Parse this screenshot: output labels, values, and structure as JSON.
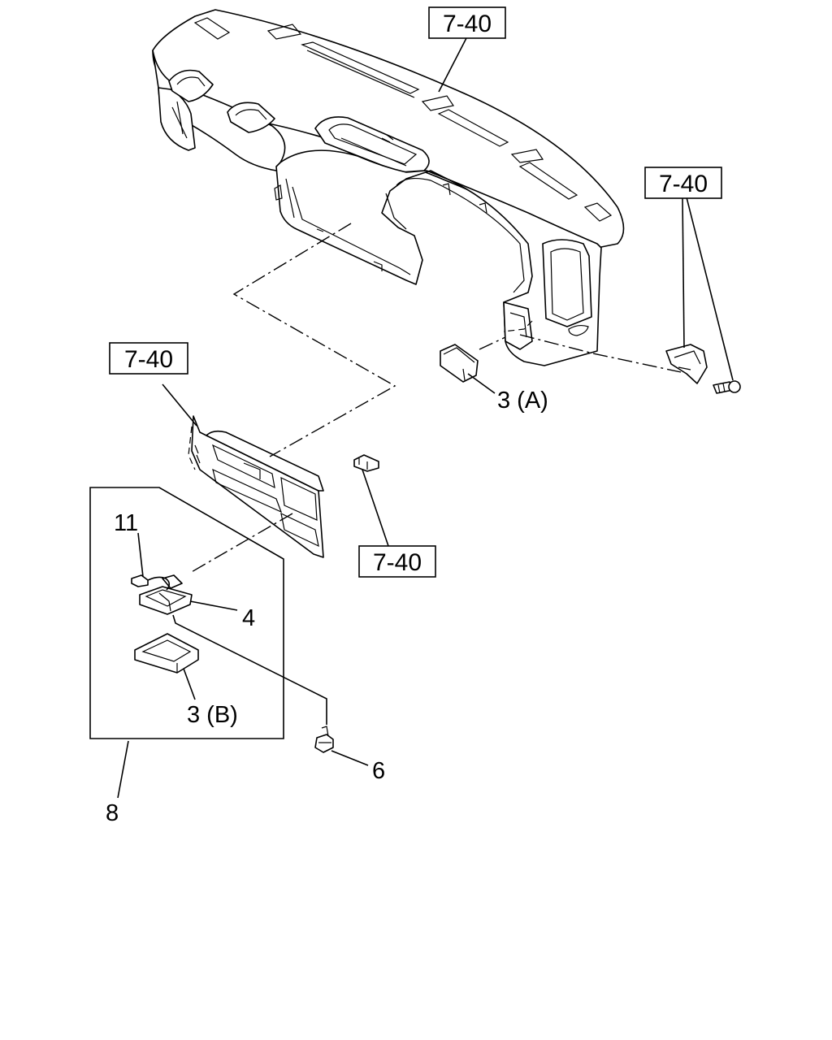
{
  "references": {
    "top": "7-40",
    "right": "7-40",
    "left": "7-40",
    "clip": "7-40"
  },
  "callouts": {
    "part_3a": "3 (A)",
    "part_11": "11",
    "part_4": "4",
    "part_3b": "3 (B)",
    "part_6": "6",
    "part_8": "8"
  }
}
